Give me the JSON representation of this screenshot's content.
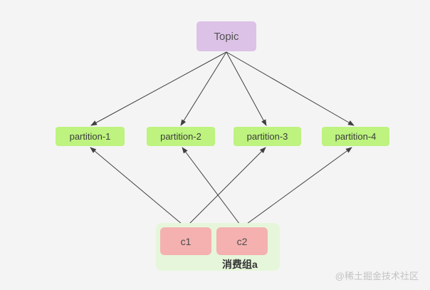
{
  "colors": {
    "background": "#f4f4f4",
    "topic_fill": "#dcc2e7",
    "partition_fill": "#bdf37e",
    "consumer_fill": "#f4b1af",
    "consumer_group_fill": "#e6f6da",
    "edge_stroke": "#3f3f3f",
    "watermark_text": "#c3c3c3"
  },
  "diagram": {
    "topic": {
      "label": "Topic"
    },
    "partitions": [
      {
        "label": "partition-1"
      },
      {
        "label": "partition-2"
      },
      {
        "label": "partition-3"
      },
      {
        "label": "partition-4"
      }
    ],
    "consumer_group": {
      "label": "消费组a",
      "consumers": [
        {
          "label": "c1"
        },
        {
          "label": "c2"
        }
      ]
    },
    "edges": [
      {
        "from": "Topic",
        "to": "partition-1"
      },
      {
        "from": "Topic",
        "to": "partition-2"
      },
      {
        "from": "Topic",
        "to": "partition-3"
      },
      {
        "from": "Topic",
        "to": "partition-4"
      },
      {
        "from": "c1",
        "to": "partition-1"
      },
      {
        "from": "c1",
        "to": "partition-3"
      },
      {
        "from": "c2",
        "to": "partition-2"
      },
      {
        "from": "c2",
        "to": "partition-4"
      }
    ]
  },
  "watermark": "@稀土掘金技术社区"
}
